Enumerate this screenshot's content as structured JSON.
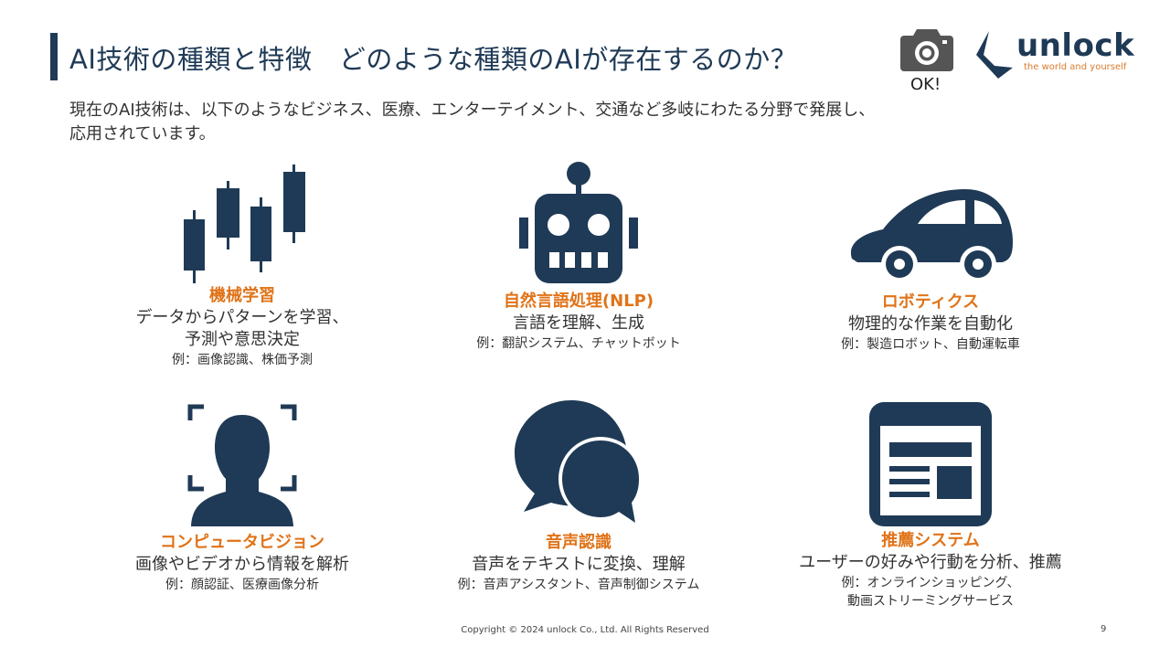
{
  "header": {
    "title": "AI技術の種類と特徴　どのような種類のAIが存在するのか？",
    "status_label": "OK!",
    "logo_text": "unlock",
    "logo_tagline": "the world and yourself"
  },
  "intro": {
    "line1": "現在のAI技術は、以下のようなビジネス、医療、エンターテイメント、交通など多岐にわたる分野で発展し、",
    "line2": "応用されています。"
  },
  "items": [
    {
      "icon": "candlestick-chart-icon",
      "name": "機械学習",
      "desc": [
        "データからパターンを学習、",
        "予測や意思決定"
      ],
      "example": [
        "例：画像認識、株価予測"
      ]
    },
    {
      "icon": "robot-icon",
      "name": "自然言語処理(NLP)",
      "desc": [
        "言語を理解、生成"
      ],
      "example": [
        "例：翻訳システム、チャットボット"
      ]
    },
    {
      "icon": "car-icon",
      "name": "ロボティクス",
      "desc": [
        "物理的な作業を自動化"
      ],
      "example": [
        "例：製造ロボット、自動運転車"
      ]
    },
    {
      "icon": "face-scan-icon",
      "name": "コンピュータビジョン",
      "desc": [
        "画像やビデオから情報を解析"
      ],
      "example": [
        "例：顔認証、医療画像分析"
      ]
    },
    {
      "icon": "speech-bubbles-icon",
      "name": "音声認識",
      "desc": [
        "音声をテキストに変換、理解"
      ],
      "example": [
        "例：音声アシスタント、音声制御システム"
      ]
    },
    {
      "icon": "news-feed-icon",
      "name": "推薦システム",
      "desc": [
        "ユーザーの好みや行動を分析、推薦"
      ],
      "example": [
        "例：オンラインショッピング、",
        "動画ストリーミングサービス"
      ]
    }
  ],
  "footer": {
    "copyright": "Copyright © 2024 unlock Co., Ltd. All Rights Reserved",
    "page_number": "9"
  },
  "colors": {
    "navy": "#1f3a56",
    "orange": "#e07318"
  }
}
